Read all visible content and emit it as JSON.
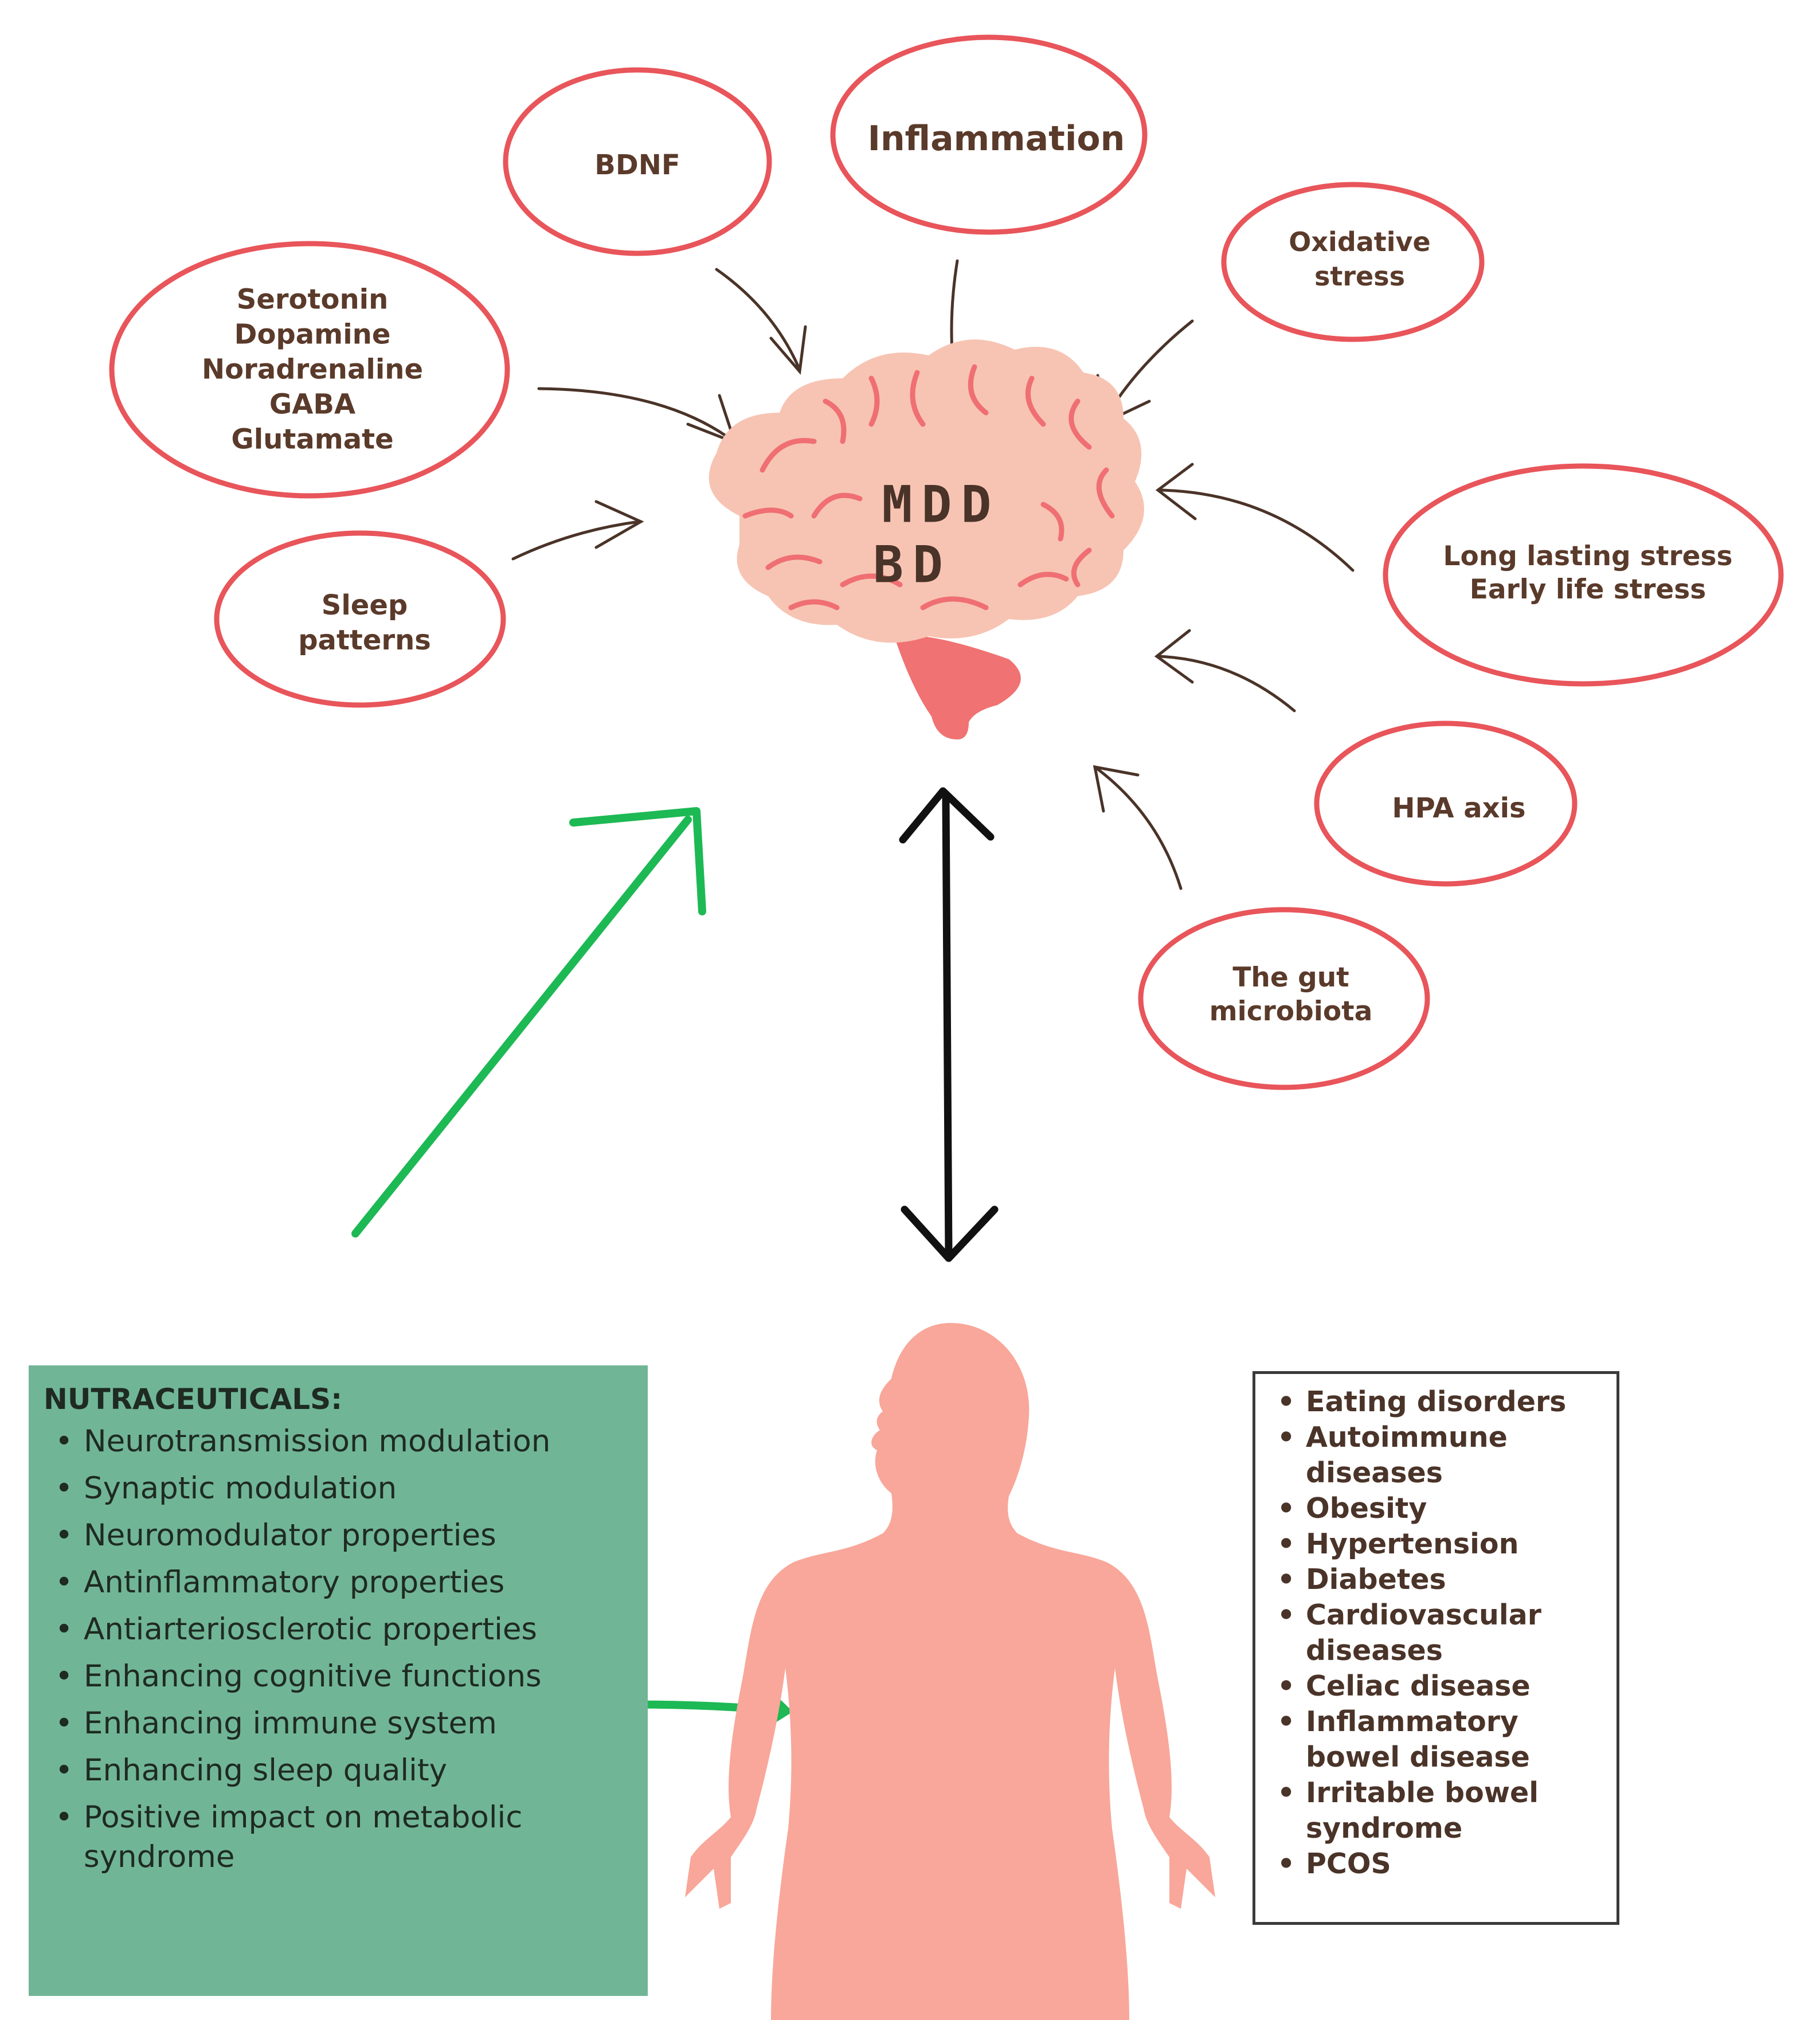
{
  "brain": {
    "label_line1": "MDD",
    "label_line2": "BD"
  },
  "factors": {
    "bdnf": "BDNF",
    "inflammation": "Inflammation",
    "oxidative": [
      "Oxidative",
      "stress"
    ],
    "neurotransmitters": [
      "Serotonin",
      "Dopamine",
      "Noradrenaline",
      "GABA",
      "Glutamate"
    ],
    "sleep": [
      "Sleep",
      "patterns"
    ],
    "stress": [
      "Long lasting stress",
      "Early life stress"
    ],
    "hpa": "HPA axis",
    "gut": [
      "The gut",
      "microbiota"
    ]
  },
  "nutraceuticals": {
    "title": "NUTRACEUTICALS:",
    "items": [
      "Neurotransmission modulation",
      "Synaptic modulation",
      "Neuromodulator properties",
      "Antinflammatory properties",
      "Antiarteriosclerotic properties",
      "Enhancing cognitive functions",
      "Enhancing immune system",
      "Enhancing sleep quality",
      "Positive impact on metabolic syndrome"
    ]
  },
  "comorbidities": {
    "items": [
      "Eating disorders",
      "Autoimmune diseases",
      "Obesity",
      "Hypertension",
      "Diabetes",
      "Cardiovascular diseases",
      "Celiac disease",
      "Inflammatory bowel disease",
      "Irritable bowel syndrome",
      "PCOS"
    ]
  },
  "colors": {
    "ellipse_stroke": "#e8555a",
    "brain_fill": "#f7c4b3",
    "brain_lines": "#ef6f73",
    "brainstem": "#f07272",
    "green_arrow": "#1db954",
    "black_arrow": "#111111",
    "body_fill": "#f8a79a",
    "nutra_bg": "#71b597"
  }
}
